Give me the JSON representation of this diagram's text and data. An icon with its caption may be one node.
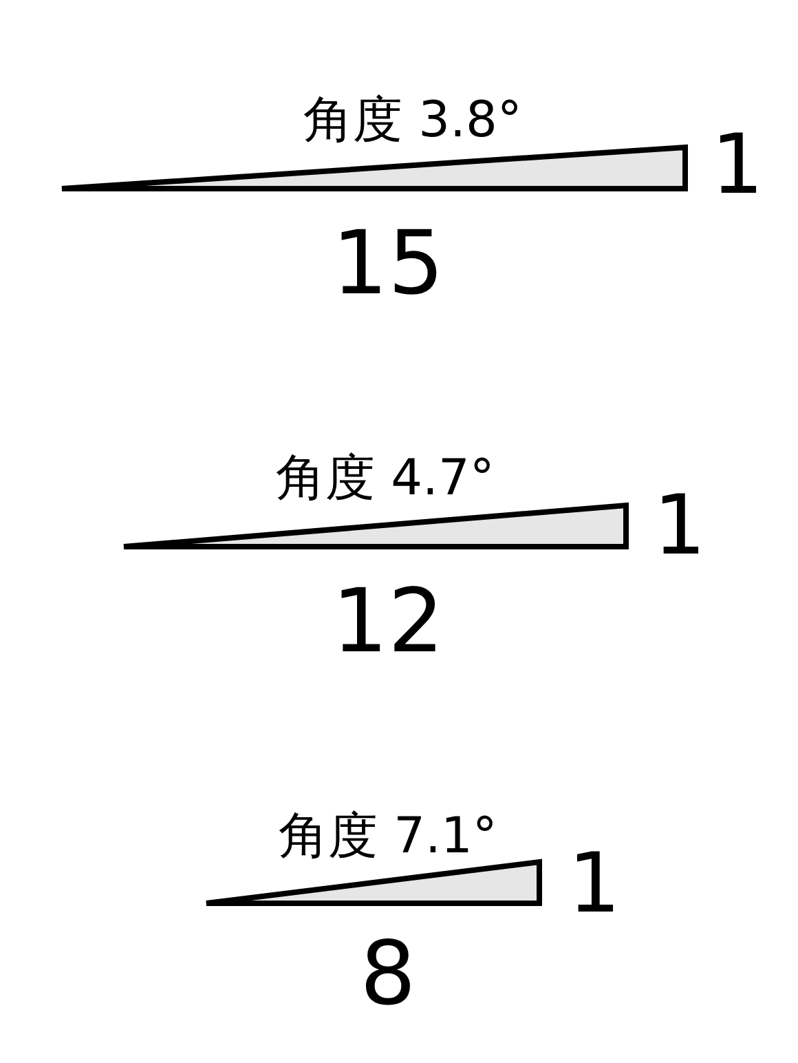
{
  "diagram": {
    "nodes": [
      {
        "text": [],
        "shape": "triangle",
        "beside": [
          "角度 3.8°",
          "1",
          "15"
        ]
      },
      {
        "text": [],
        "shape": "triangle",
        "beside": [
          "角度 4.7°",
          "1",
          "12"
        ]
      },
      {
        "text": [],
        "shape": "triangle",
        "beside": [
          "角度 7.1°",
          "1",
          "8"
        ]
      }
    ]
  }
}
